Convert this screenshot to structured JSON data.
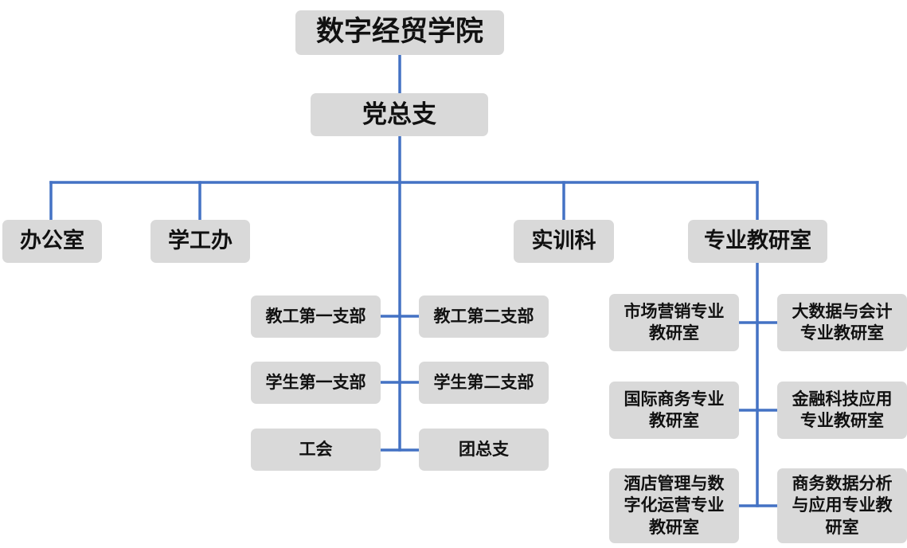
{
  "root": "数字经贸学院",
  "party": "党总支",
  "departments": [
    "办公室",
    "学工办",
    "实训科",
    "专业教研室"
  ],
  "branches": [
    "教工第一支部",
    "教工第二支部",
    "学生第一支部",
    "学生第二支部",
    "工会",
    "团总支"
  ],
  "teaching_labs": [
    "市场营销专业\n教研室",
    "大数据与会计\n专业教研室",
    "国际商务专业\n教研室",
    "金融科技应用\n专业教研室",
    "酒店管理与数\n字化运营专业\n教研室",
    "商务数据分析\n与应用专业教\n研室"
  ],
  "colors": {
    "node_fill": "#d9d9d9",
    "connector": "#4472c4",
    "text": "#111111"
  }
}
